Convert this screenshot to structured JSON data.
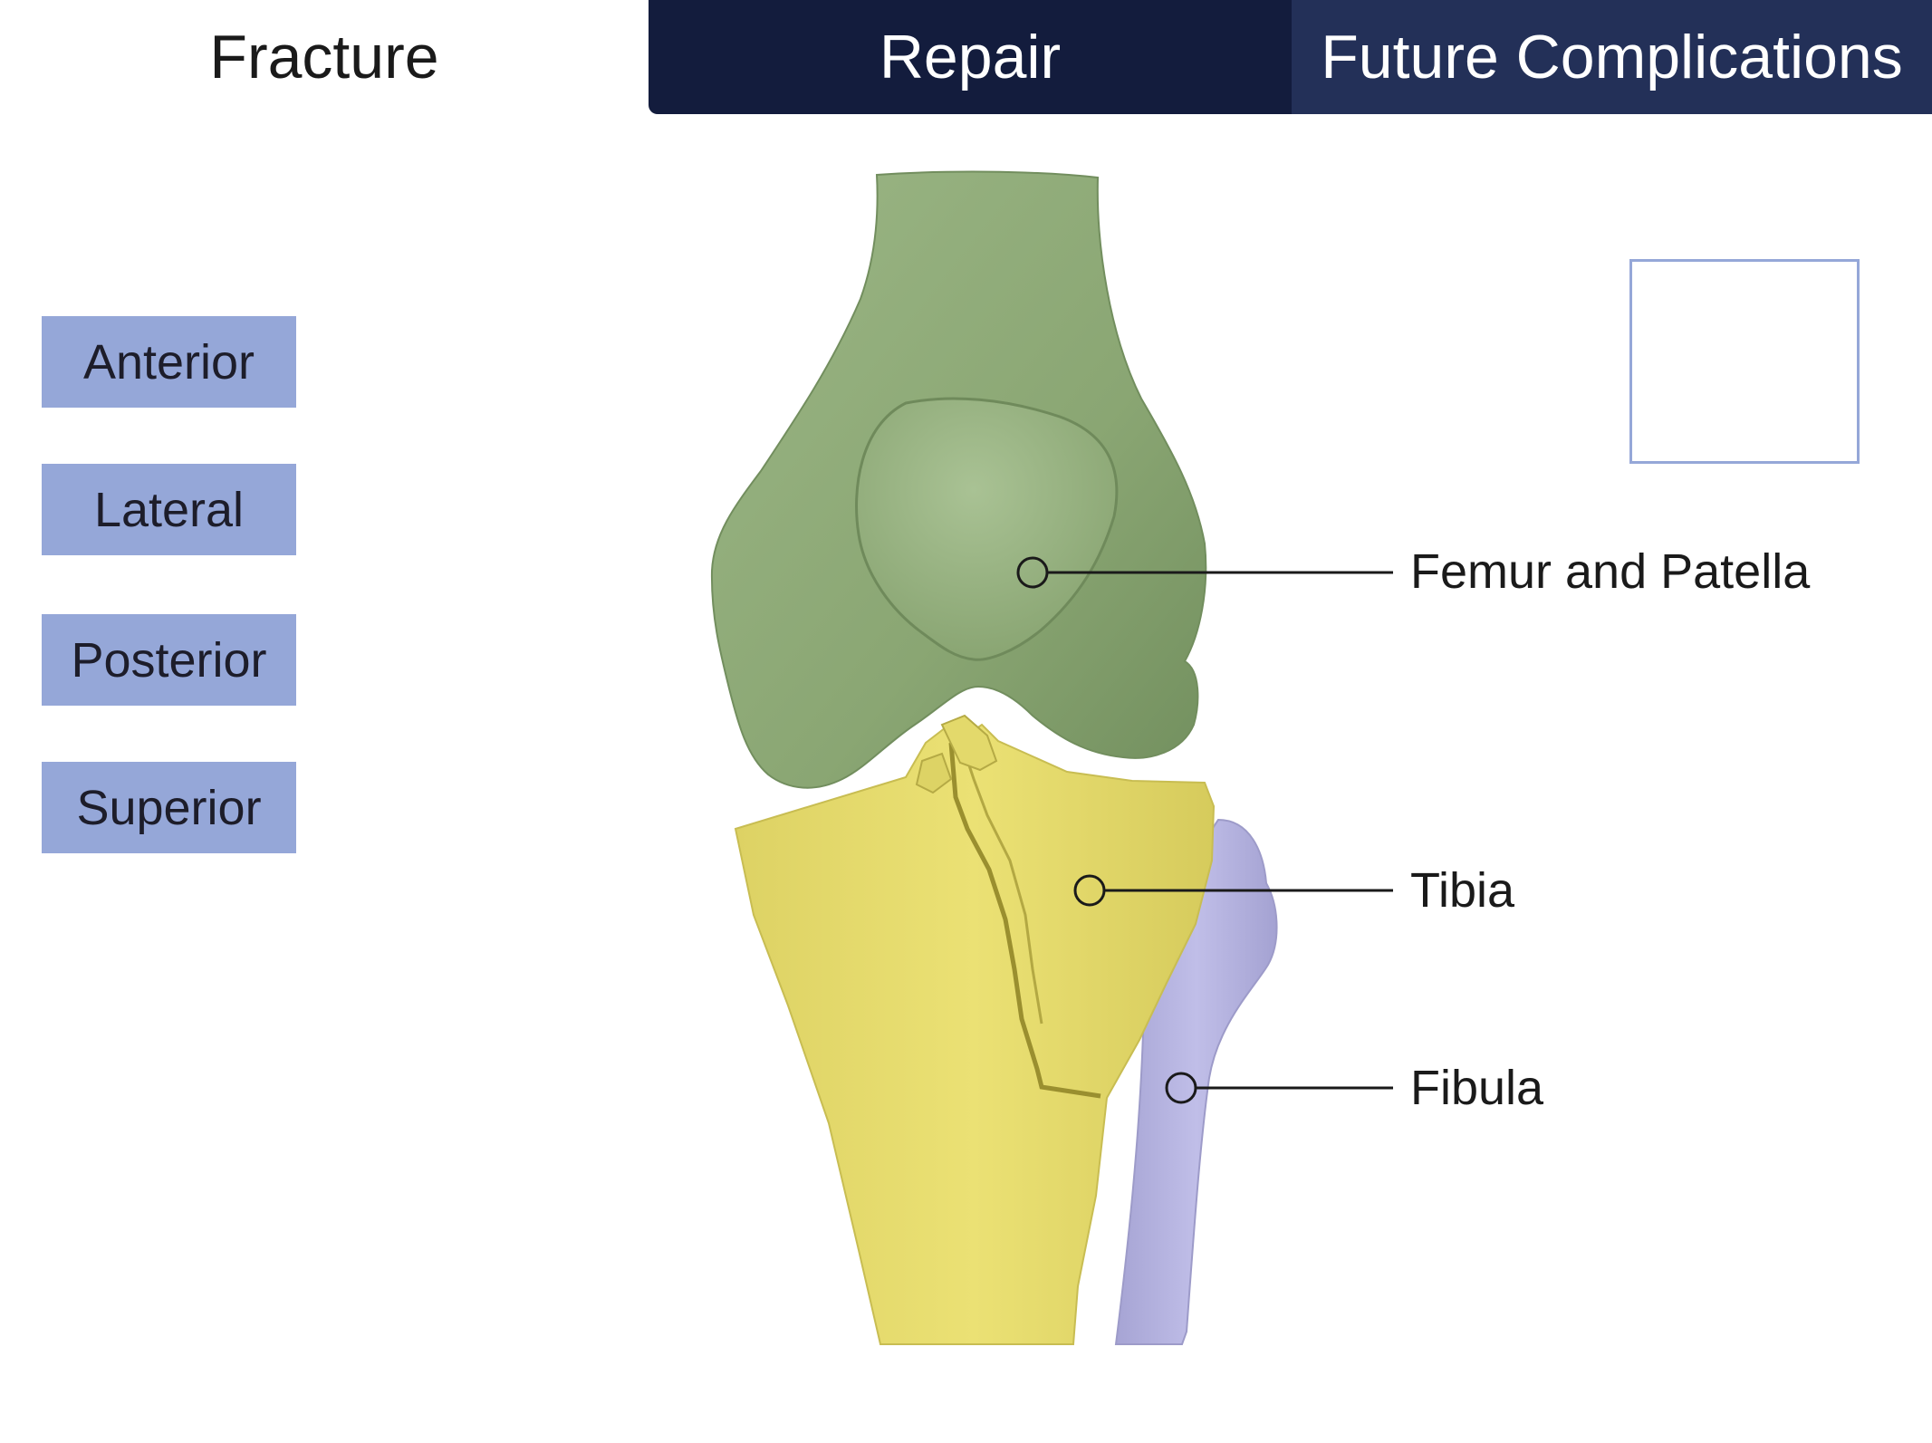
{
  "tabs": [
    {
      "label": "Fracture",
      "state": "active"
    },
    {
      "label": "Repair",
      "state": "inactive"
    },
    {
      "label": "Future Complications",
      "state": "inactive"
    }
  ],
  "views": {
    "anterior": "Anterior",
    "lateral": "Lateral",
    "posterior": "Posterior",
    "superior": "Superior"
  },
  "labels": {
    "femur": "Femur and Patella",
    "tibia": "Tibia",
    "fibula": "Fibula"
  },
  "colors": {
    "tab_active_bg": "#ffffff",
    "tab_repair_bg": "#131c3d",
    "tab_future_bg": "#233058",
    "view_button_bg": "#95a7d8",
    "femur": "#8fab78",
    "tibia": "#e6dc6c",
    "fibula": "#b6b4e0"
  }
}
